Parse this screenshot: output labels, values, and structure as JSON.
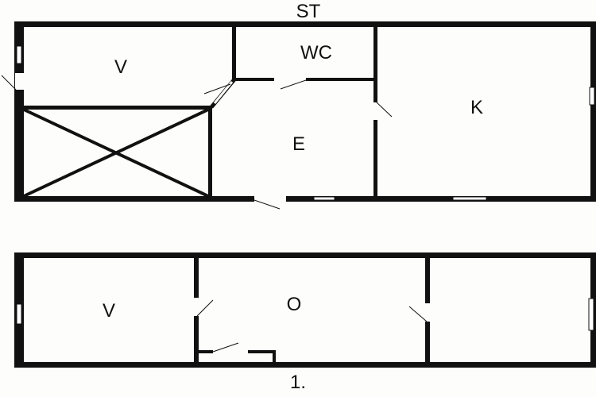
{
  "floors": [
    {
      "name": "ST",
      "rooms": [
        {
          "label": "V"
        },
        {
          "label": "WC"
        },
        {
          "label": "E"
        },
        {
          "label": "K"
        }
      ]
    },
    {
      "name": "1.",
      "rooms": [
        {
          "label": "V"
        },
        {
          "label": "O"
        }
      ]
    }
  ],
  "colors": {
    "wall": "#111111",
    "background": "#fdfdfb"
  }
}
